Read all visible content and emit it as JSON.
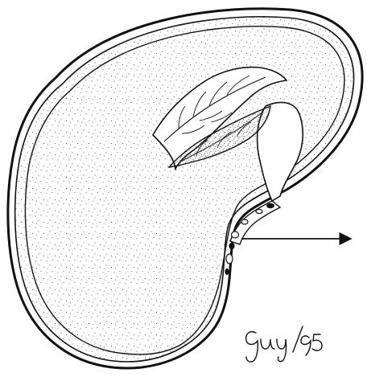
{
  "figure": {
    "subject": "seed-cross-section",
    "signature_text": "Guy/95"
  },
  "colors": {
    "ink": "#111111",
    "paper": "#ffffff"
  },
  "parts": {
    "seed_coat": "seed-coat",
    "cotyledon": "cotyledon",
    "plumule": "plumule",
    "radicle": "radicle",
    "pointer": "arrow"
  }
}
